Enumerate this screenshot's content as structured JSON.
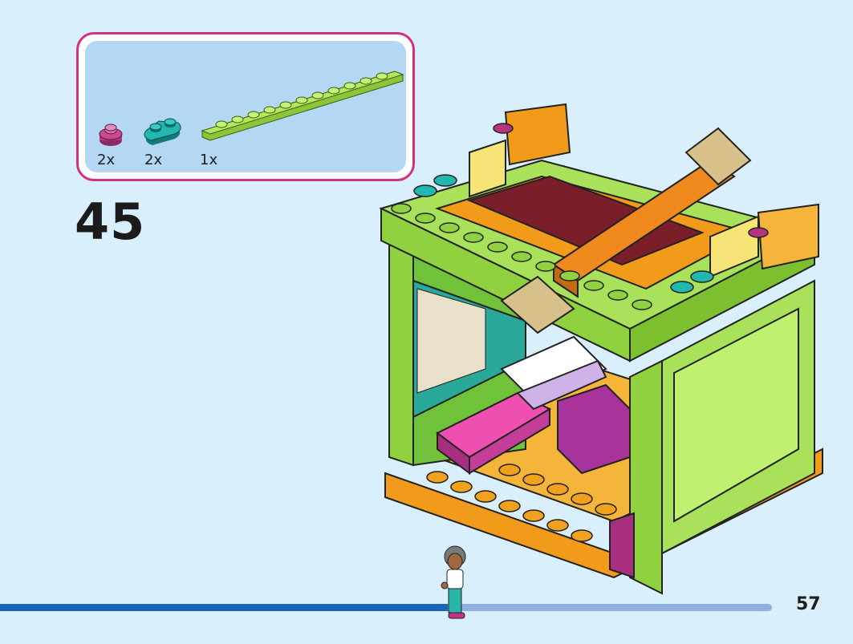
{
  "step": {
    "number": "45"
  },
  "page": {
    "number": "57"
  },
  "parts": [
    {
      "name": "plate-round-1x1-magenta",
      "qty": "2x",
      "color": "#b4357e"
    },
    {
      "name": "plate-1x2-rounded-teal",
      "qty": "2x",
      "color": "#1aa7a3"
    },
    {
      "name": "plate-1x12-lime",
      "qty": "1x",
      "color": "#a8e04a"
    }
  ],
  "progress": {
    "fraction": 0.58
  },
  "colors": {
    "background": "#d9effc",
    "parts_border": "#d4317a",
    "progress_fill": "#1964b8",
    "progress_track": "#93aee0"
  }
}
